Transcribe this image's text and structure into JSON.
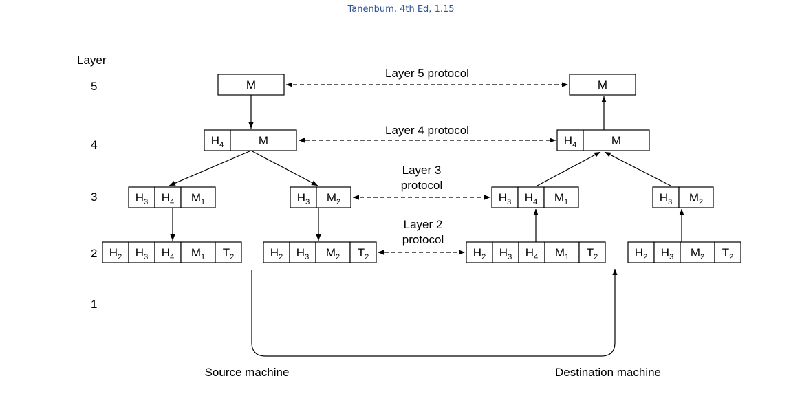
{
  "caption": "Tanenbum, 4th Ed, 1.15",
  "layer_heading": "Layer",
  "layer_numbers": [
    "5",
    "4",
    "3",
    "2",
    "1"
  ],
  "protocols": {
    "layer5": "Layer 5 protocol",
    "layer4": "Layer 4 protocol",
    "layer3": [
      "Layer 3",
      "protocol"
    ],
    "layer2": [
      "Layer 2",
      "protocol"
    ]
  },
  "machines": {
    "source": "Source machine",
    "destination": "Destination machine"
  },
  "packets": {
    "l5_src": [
      {
        "b": "M"
      }
    ],
    "l5_dst": [
      {
        "b": "M"
      }
    ],
    "l4_src": [
      {
        "b": "H",
        "s": "4"
      },
      {
        "b": "M"
      }
    ],
    "l4_dst": [
      {
        "b": "H",
        "s": "4"
      },
      {
        "b": "M"
      }
    ],
    "l3_src_a": [
      {
        "b": "H",
        "s": "3"
      },
      {
        "b": "H",
        "s": "4"
      },
      {
        "b": "M",
        "s": "1"
      }
    ],
    "l3_src_b": [
      {
        "b": "H",
        "s": "3"
      },
      {
        "b": "M",
        "s": "2"
      }
    ],
    "l3_dst_a": [
      {
        "b": "H",
        "s": "3"
      },
      {
        "b": "H",
        "s": "4"
      },
      {
        "b": "M",
        "s": "1"
      }
    ],
    "l3_dst_b": [
      {
        "b": "H",
        "s": "3"
      },
      {
        "b": "M",
        "s": "2"
      }
    ],
    "l2_src_a": [
      {
        "b": "H",
        "s": "2"
      },
      {
        "b": "H",
        "s": "3"
      },
      {
        "b": "H",
        "s": "4"
      },
      {
        "b": "M",
        "s": "1"
      },
      {
        "b": "T",
        "s": "2"
      }
    ],
    "l2_src_b": [
      {
        "b": "H",
        "s": "2"
      },
      {
        "b": "H",
        "s": "3"
      },
      {
        "b": "M",
        "s": "2"
      },
      {
        "b": "T",
        "s": "2"
      }
    ],
    "l2_dst_a": [
      {
        "b": "H",
        "s": "2"
      },
      {
        "b": "H",
        "s": "3"
      },
      {
        "b": "H",
        "s": "4"
      },
      {
        "b": "M",
        "s": "1"
      },
      {
        "b": "T",
        "s": "2"
      }
    ],
    "l2_dst_b": [
      {
        "b": "H",
        "s": "2"
      },
      {
        "b": "H",
        "s": "3"
      },
      {
        "b": "M",
        "s": "2"
      },
      {
        "b": "T",
        "s": "2"
      }
    ]
  }
}
